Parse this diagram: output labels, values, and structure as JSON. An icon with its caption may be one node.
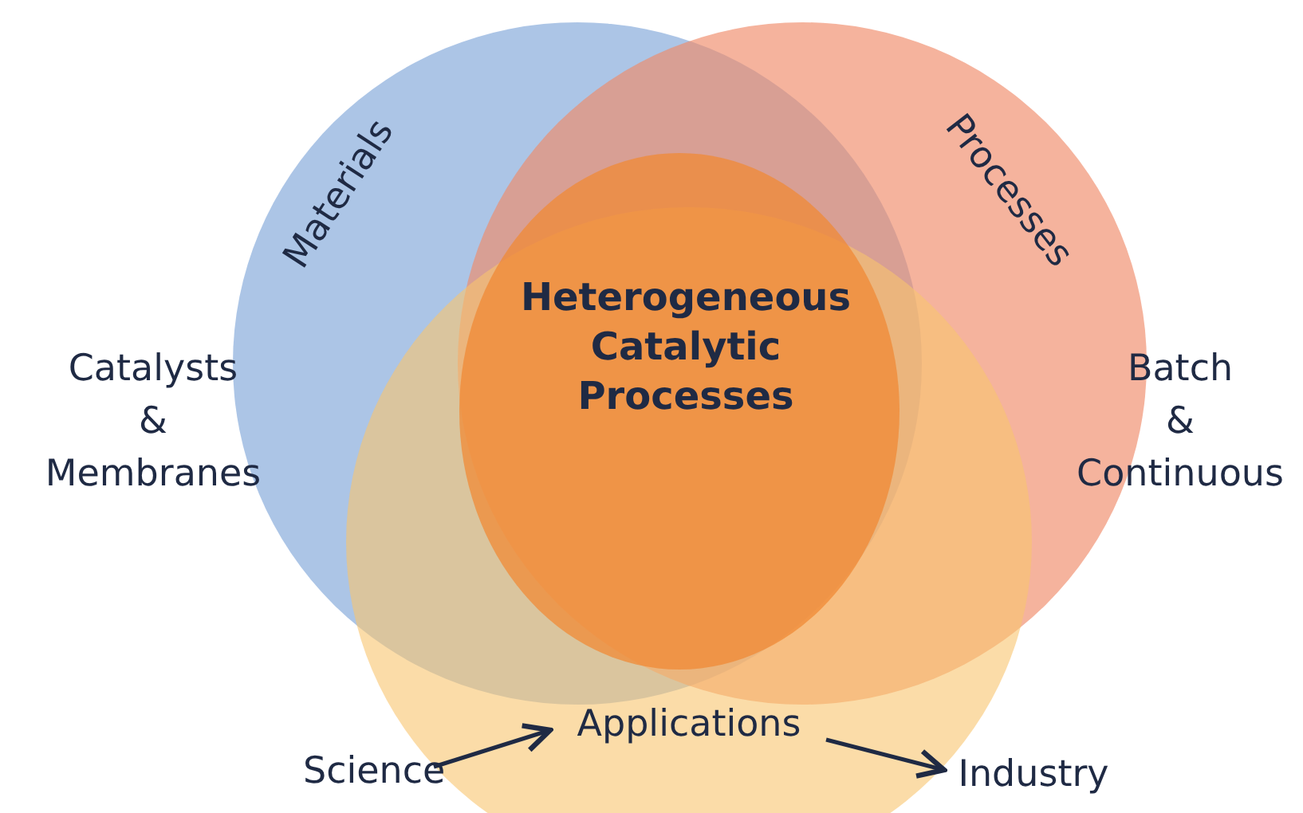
{
  "diagram": {
    "nodes": [
      {
        "text": [
          "Materials"
        ],
        "beside": [
          "Catalysts & Membranes"
        ]
      },
      {
        "text": [
          "Processes"
        ],
        "beside": [
          "Batch & Continuous"
        ]
      },
      {
        "text": [
          "Heterogeneous Catalytic Processes"
        ]
      },
      {
        "text": [
          "Applications"
        ]
      },
      {
        "text": [
          "Science"
        ]
      },
      {
        "text": [
          "Industry"
        ]
      }
    ],
    "edges": [
      {
        "from": 4,
        "to": 3,
        "arrow": "to"
      },
      {
        "from": 3,
        "to": 5,
        "arrow": "to"
      }
    ]
  }
}
